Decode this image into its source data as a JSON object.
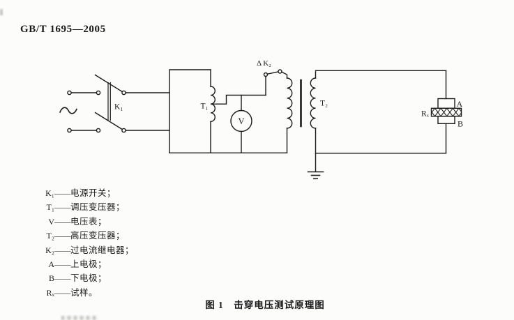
{
  "page": {
    "header": "GB/T 1695—2005",
    "caption": "图 1　击穿电压测试原理图"
  },
  "diagram": {
    "line_color": "#1a1a1a",
    "labels": {
      "k1": "K₁",
      "t1": "T₁",
      "voltmeter": "V",
      "k2": "Δ K₂",
      "t2": "T₂",
      "rx": "Rₓ",
      "electrode_a": "A",
      "electrode_b": "B"
    }
  },
  "legend": {
    "dash": "——",
    "items": [
      {
        "symbol": "K₁",
        "desc": "电源开关；"
      },
      {
        "symbol": "T₁",
        "desc": "调压变压器；"
      },
      {
        "symbol": "V",
        "desc": "电压表；"
      },
      {
        "symbol": "T₂",
        "desc": "高压变压器；"
      },
      {
        "symbol": "K₂",
        "desc": "过电流继电器；"
      },
      {
        "symbol": "A",
        "desc": "上电极；"
      },
      {
        "symbol": "B",
        "desc": "下电极；"
      },
      {
        "symbol": "Rₓ",
        "desc": "试样。"
      }
    ]
  }
}
